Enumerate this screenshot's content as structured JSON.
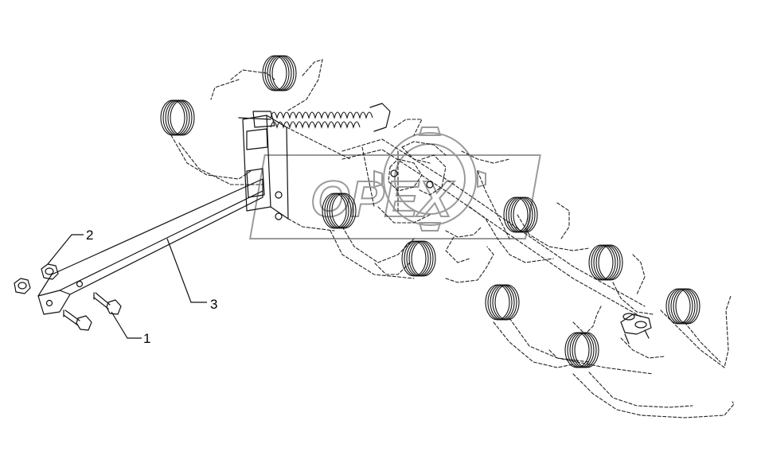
{
  "diagram": {
    "callouts": [
      {
        "id": "1",
        "label": "1"
      },
      {
        "id": "2",
        "label": "2"
      },
      {
        "id": "3",
        "label": "3"
      }
    ],
    "watermark": {
      "text": "OPEX"
    },
    "colors": {
      "line": "#111111",
      "watermark": "#9a9a9a",
      "background": "#ffffff"
    }
  }
}
